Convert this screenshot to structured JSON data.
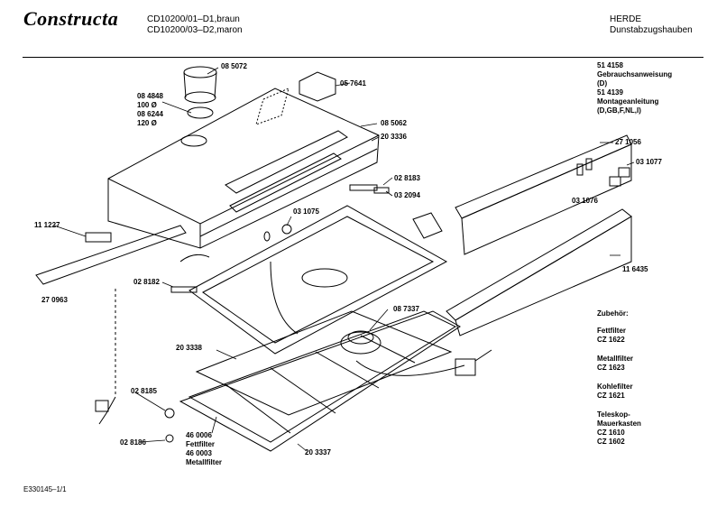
{
  "header": {
    "brand": "Constructa",
    "models": [
      "CD10200/01–D1,braun",
      "CD10200/03–D2,maron"
    ],
    "category": [
      "HERDE",
      "Dunstabzugshauben"
    ]
  },
  "docs": [
    "51 4158",
    "Gebrauchsanweisung",
    "(D)",
    "51 4139",
    "Montageanleitung",
    "(D,GB,F,NL,I)"
  ],
  "parts": {
    "p085072": "08 5072",
    "p057641": "05 7641",
    "p084848": "08 4848",
    "p100": "100 Ø",
    "p086244": "08 6244",
    "p120": "120 Ø",
    "p085062": "08 5062",
    "p203336": "20 3336",
    "p271056": "27 1056",
    "p031077": "03 1077",
    "p028183": "02 8183",
    "p032094": "03 2094",
    "p031076": "03 1076",
    "p031075": "03 1075",
    "p111227": "11 1227",
    "p270963": "27 0963",
    "p116435": "11 6435",
    "p028182": "02 8182",
    "p087337": "08 7337",
    "p203338": "20 3338",
    "p028185": "02 8185",
    "p460006": "46 0006",
    "fettfilter": "Fettfilter",
    "p460003": "46 0003",
    "metallfilter": "Metallfilter",
    "p028186": "02 8186",
    "p203337": "20 3337"
  },
  "accessories": {
    "heading": "Zubehör:",
    "items": [
      {
        "name": "Fettfilter",
        "code": "CZ 1622"
      },
      {
        "name": "Metallfilter",
        "code": "CZ 1623"
      },
      {
        "name": "Kohlefilter",
        "code": "CZ 1621"
      },
      {
        "name": "Teleskop-",
        "name2": "Mauerkasten",
        "code": "CZ 1610",
        "code2": "CZ 1602"
      }
    ]
  },
  "footer": "E330145–1/1"
}
